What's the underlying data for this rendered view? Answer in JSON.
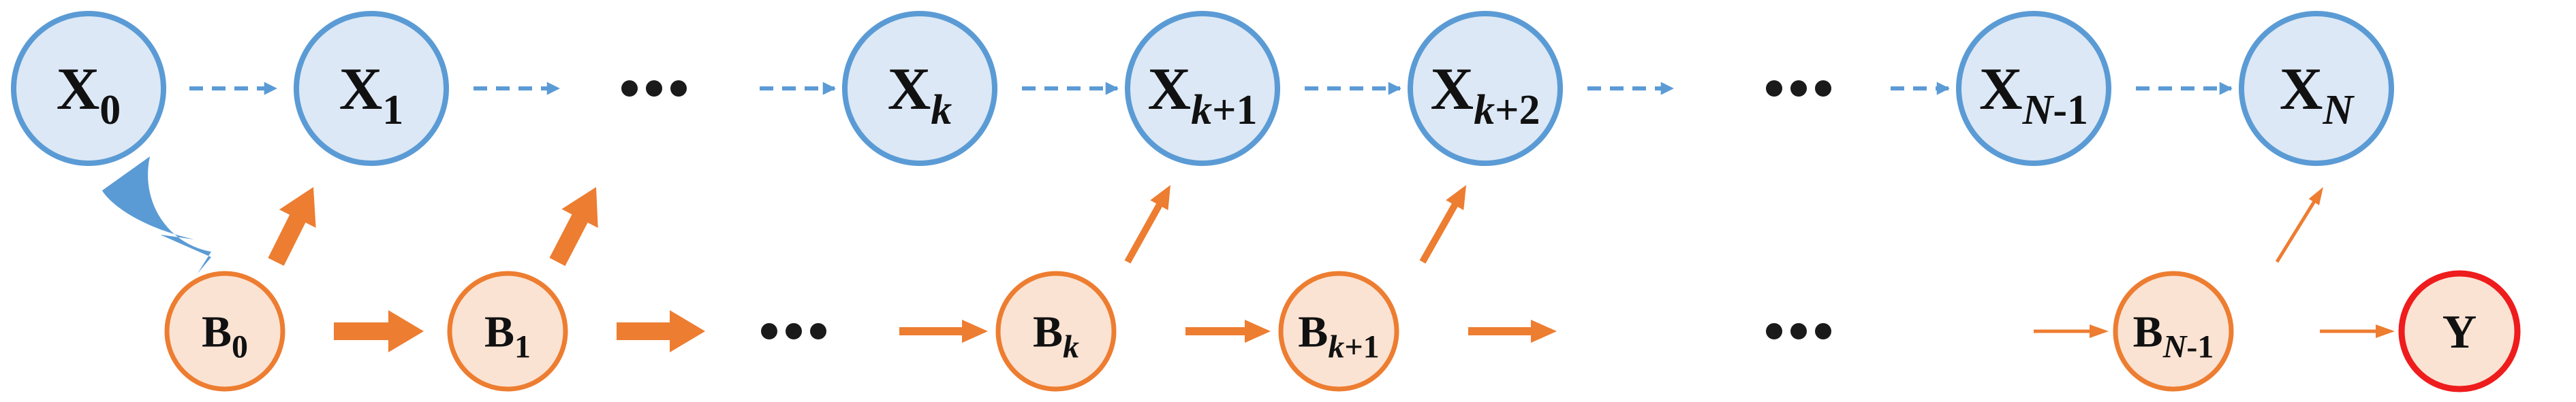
{
  "diagram": {
    "colors": {
      "state_fill": "#dce8f5",
      "state_stroke": "#5b9bd5",
      "belief_fill": "#fbe3d3",
      "belief_stroke": "#ed7d31",
      "output_fill": "#fbe3d3",
      "output_stroke": "#ee1c1c",
      "dot": "#1a1a1a"
    },
    "states": [
      {
        "base": "X",
        "sub": "0",
        "sub_italic": false
      },
      {
        "base": "X",
        "sub": "1",
        "sub_italic": false
      },
      {
        "base": "X",
        "sub": "k",
        "sub_italic": true
      },
      {
        "base": "X",
        "sub_parts": [
          {
            "t": "k",
            "i": true
          },
          {
            "t": "+1",
            "i": false
          }
        ]
      },
      {
        "base": "X",
        "sub_parts": [
          {
            "t": "k",
            "i": true
          },
          {
            "t": "+2",
            "i": false
          }
        ]
      },
      {
        "base": "X",
        "sub_parts": [
          {
            "t": "N",
            "i": true
          },
          {
            "t": "-1",
            "i": false
          }
        ]
      },
      {
        "base": "X",
        "sub": "N",
        "sub_italic": true
      }
    ],
    "beliefs": [
      {
        "base": "B",
        "sub": "0",
        "sub_italic": false
      },
      {
        "base": "B",
        "sub": "1",
        "sub_italic": false
      },
      {
        "base": "B",
        "sub": "k",
        "sub_italic": true
      },
      {
        "base": "B",
        "sub_parts": [
          {
            "t": "k",
            "i": true
          },
          {
            "t": "+1",
            "i": false
          }
        ]
      },
      {
        "base": "B",
        "sub_parts": [
          {
            "t": "N",
            "i": true
          },
          {
            "t": "-1",
            "i": false
          }
        ]
      }
    ],
    "output": {
      "label": "Y"
    },
    "ellipsis_glyph": "•••"
  }
}
